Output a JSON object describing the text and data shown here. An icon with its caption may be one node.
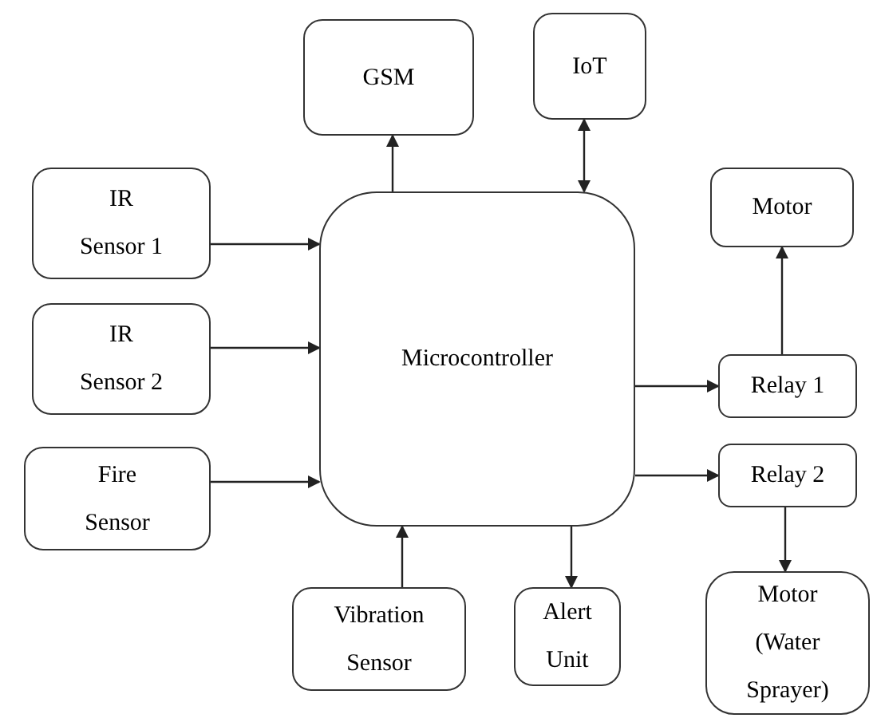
{
  "diagram": {
    "nodes": [
      {
        "text": [
          "Microcontroller"
        ]
      },
      {
        "text": [
          "GSM"
        ]
      },
      {
        "text": [
          "IoT"
        ]
      },
      {
        "text": [
          "IR Sensor 1"
        ]
      },
      {
        "text": [
          "IR Sensor 2"
        ]
      },
      {
        "text": [
          "Fire Sensor"
        ]
      },
      {
        "text": [
          "Vibration Sensor"
        ]
      },
      {
        "text": [
          "Alert Unit"
        ]
      },
      {
        "text": [
          "Motor"
        ]
      },
      {
        "text": [
          "Relay 1"
        ]
      },
      {
        "text": [
          "Relay 2"
        ]
      },
      {
        "text": [
          "Motor (Water Sprayer)"
        ]
      }
    ],
    "edges": [
      {
        "from": 0,
        "to": 1,
        "arrow": "to"
      },
      {
        "from": 0,
        "to": 2,
        "arrow": "both"
      },
      {
        "from": 3,
        "to": 0,
        "arrow": "to"
      },
      {
        "from": 4,
        "to": 0,
        "arrow": "to"
      },
      {
        "from": 5,
        "to": 0,
        "arrow": "to"
      },
      {
        "from": 6,
        "to": 0,
        "arrow": "to"
      },
      {
        "from": 0,
        "to": 7,
        "arrow": "to"
      },
      {
        "from": 0,
        "to": 9,
        "arrow": "to"
      },
      {
        "from": 0,
        "to": 10,
        "arrow": "to"
      },
      {
        "from": 9,
        "to": 8,
        "arrow": "to"
      },
      {
        "from": 10,
        "to": 11,
        "arrow": "to"
      }
    ]
  }
}
